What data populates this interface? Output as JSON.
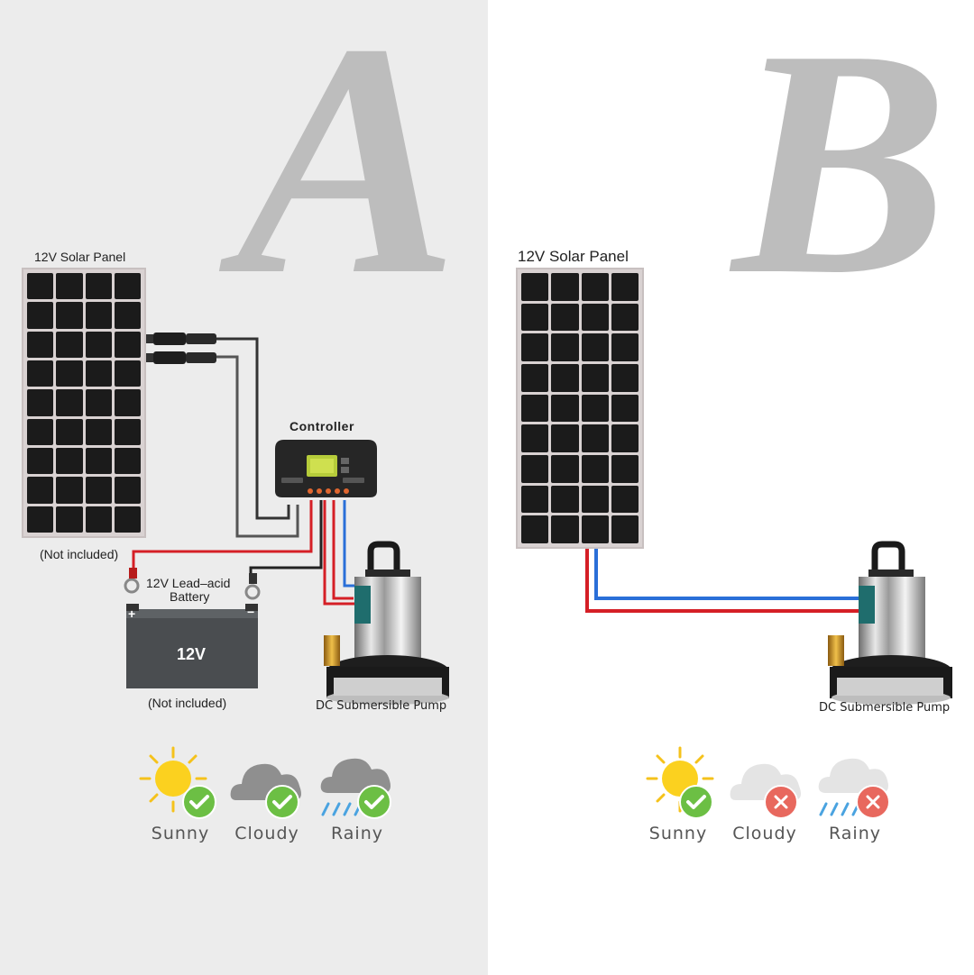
{
  "colors": {
    "panel_a_bg": "#ececec",
    "panel_b_bg": "#ffffff",
    "letter": "#bdbdbd",
    "wire_red": "#d51f26",
    "wire_blue": "#2a6fd8",
    "wire_dark": "#333333",
    "check_green": "#6cbf44",
    "cross_red": "#e8685e"
  },
  "option_a": {
    "letter": "A",
    "solar_panel_label": "12V Solar Panel",
    "controller_label": "Controller",
    "solar_not_included": "(Not included)",
    "battery_label_line1": "12V Lead–acid",
    "battery_label_line2": "Battery",
    "battery_face": "12V",
    "battery_plus": "+",
    "battery_minus": "−",
    "battery_not_included": "(Not included)",
    "pump_label": "DC Submersible Pump",
    "weather": [
      {
        "label": "Sunny",
        "icon": "sun-icon",
        "status": "check"
      },
      {
        "label": "Cloudy",
        "icon": "cloud-icon",
        "status": "check"
      },
      {
        "label": "Rainy",
        "icon": "rain-cloud-icon",
        "status": "check"
      }
    ]
  },
  "option_b": {
    "letter": "B",
    "solar_panel_label": "12V Solar Panel",
    "pump_label": "DC Submersible Pump",
    "weather": [
      {
        "label": "Sunny",
        "icon": "sun-icon",
        "status": "check"
      },
      {
        "label": "Cloudy",
        "icon": "cloud-icon",
        "status": "cross"
      },
      {
        "label": "Rainy",
        "icon": "rain-cloud-icon",
        "status": "cross"
      }
    ]
  }
}
